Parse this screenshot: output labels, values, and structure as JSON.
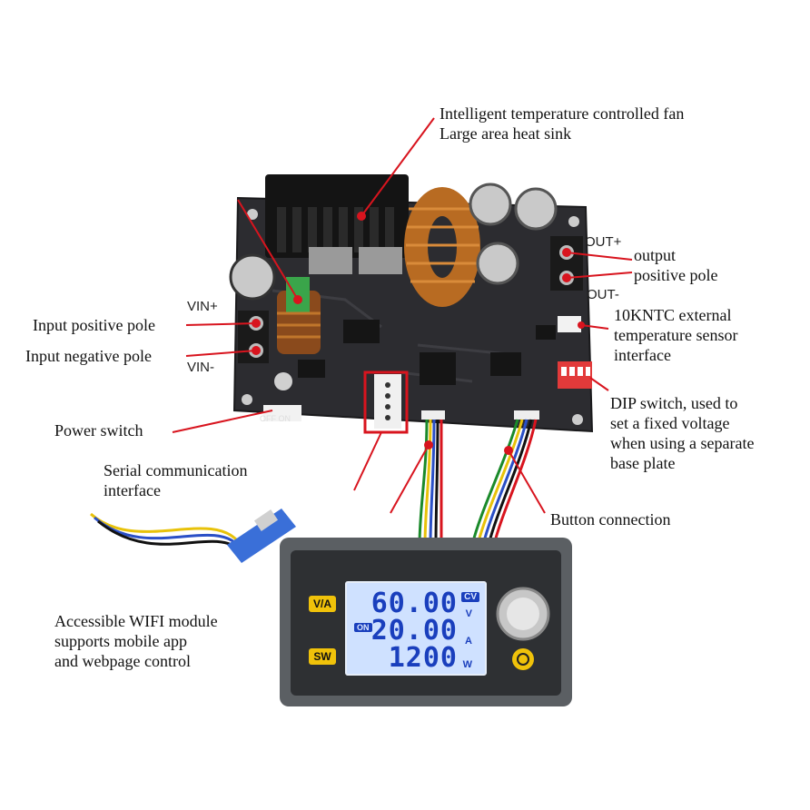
{
  "callouts": {
    "fan_line1": "Intelligent temperature controlled fan",
    "fan_line2": "Large area heat sink",
    "output_line1": "output",
    "output_line2": "positive pole",
    "ntc_line1": "10KNTC external",
    "ntc_line2": "temperature sensor",
    "ntc_line3": "interface",
    "input_pos": "Input positive pole",
    "input_neg": "Input negative pole",
    "dip_line1": "DIP switch, used to",
    "dip_line2": "set a fixed voltage",
    "dip_line3": "when using a separate",
    "dip_line4": "base plate",
    "power_switch": "Power switch",
    "serial_line1": "Serial communication",
    "serial_line2": "interface",
    "button_conn": "Button connection",
    "wifi_line1": "Accessible WIFI module",
    "wifi_line2": "supports mobile app",
    "wifi_line3": "and webpage control"
  },
  "board_marks": {
    "out_plus": "OUT+",
    "out_minus": "OUT-",
    "vin_plus": "VIN+",
    "vin_minus": "VIN-",
    "off_on": "OFF  ON"
  },
  "display": {
    "voltage": "60.00",
    "voltage_unit": "V",
    "current": "20.00",
    "current_unit": "A",
    "power": "1200",
    "power_unit": "W",
    "mode_badge": "CV",
    "status_badge": "ON",
    "key_va": "V/A",
    "key_sw": "SW"
  },
  "colors": {
    "callout_line": "#d8141e",
    "pcb": "#2b2b2e",
    "panel": "#6b6f73",
    "lcd_bg": "#cfe1ff",
    "lcd_digit": "#1a3fbd",
    "key": "#f0c20a"
  }
}
